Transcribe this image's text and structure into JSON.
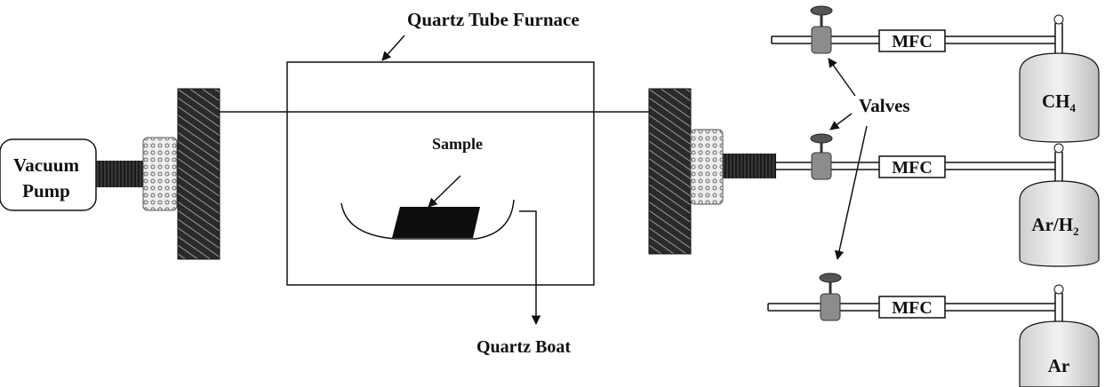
{
  "labels": {
    "furnace": "Quartz Tube Furnace",
    "sample": "Sample",
    "boat": "Quartz Boat",
    "valves": "Valves",
    "pump_line1": "Vacuum",
    "pump_line2": "Pump"
  },
  "mfc": [
    "MFC",
    "MFC",
    "MFC"
  ],
  "gases": [
    {
      "main": "CH",
      "sub": "4",
      "tail": ""
    },
    {
      "main": "Ar/H",
      "sub": "2",
      "tail": ""
    },
    {
      "main": "Ar",
      "sub": "",
      "tail": ""
    }
  ]
}
